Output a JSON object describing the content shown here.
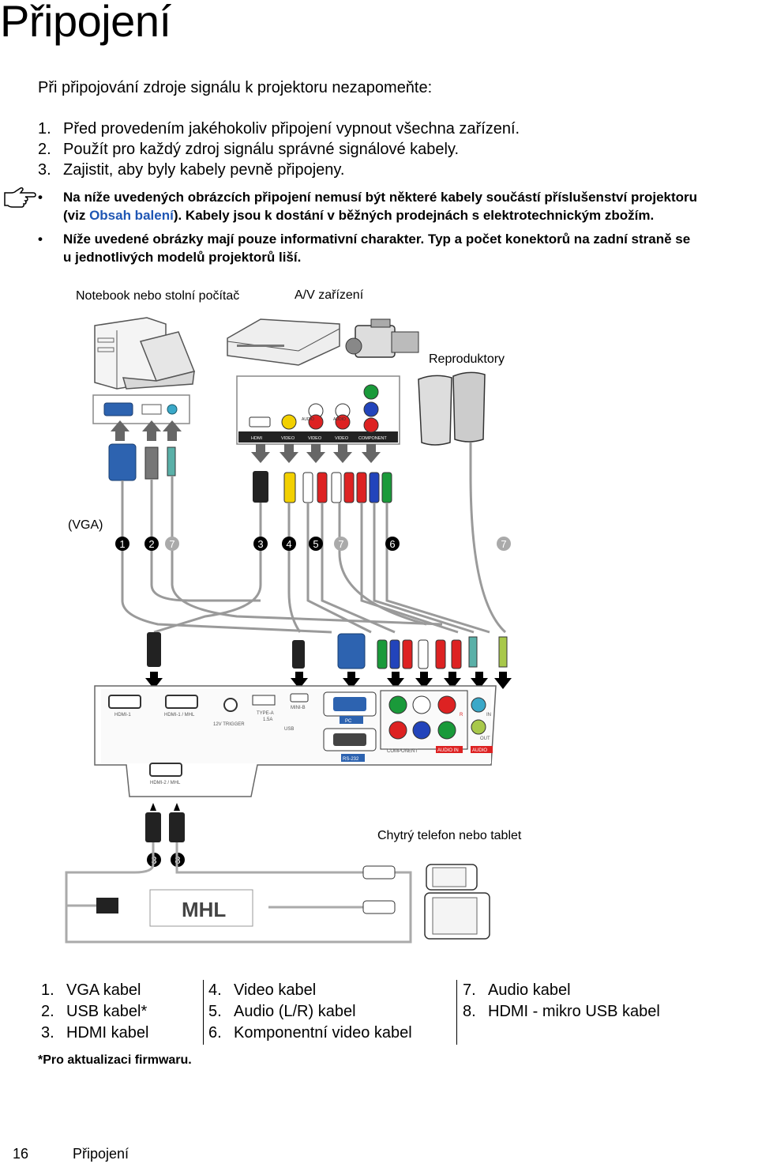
{
  "page_title": "Připojení",
  "intro": "Při připojování zdroje signálu k projektoru nezapomeňte:",
  "steps": [
    {
      "num": "1.",
      "text": "Před provedením jakéhokoliv připojení vypnout všechna zařízení."
    },
    {
      "num": "2.",
      "text": "Použít pro každý zdroj signálu správné signálové kabely."
    },
    {
      "num": "3.",
      "text": "Zajistit, aby byly kabely pevně připojeny."
    }
  ],
  "notes": {
    "note1_a": "Na níže uvedených obrázcích připojení nemusí být některé kabely součástí příslušenství projektoru",
    "note1_b_pre": "(viz ",
    "note1_b_link": "Obsah balení",
    "note1_b_post": "). Kabely jsou k dostání v běžných prodejnách s elektrotechnickým zbožím.",
    "note2_a": "Níže uvedené obrázky mají pouze informativní charakter. Typ a počet konektorů na zadní straně se",
    "note2_b": "u jednotlivých modelů projektorů liší."
  },
  "diagram": {
    "label_pc": "Notebook nebo stolní počítač",
    "label_av": "A/V zařízení",
    "label_speakers": "Reproduktory",
    "label_vga": "(VGA)",
    "label_phone": "Chytrý telefon nebo tablet",
    "mhl_logo": "MHL",
    "av_ports": [
      "HDMI",
      "VIDEO",
      "VIDEO",
      "VIDEO",
      "COMPONENT",
      "AUDIO",
      "AUDIO"
    ],
    "proj_ports": [
      "HDMI-1",
      "HDMI-1 / MHL",
      "12V TRIGGER",
      "TYPE-A",
      "1.5A",
      "USB",
      "MINI-B",
      "PC",
      "RS-232",
      "COMPONENT",
      "AUDIO IN",
      "AUDIO",
      "IN",
      "OUT",
      "R",
      "HDMI-2 / MHL"
    ],
    "markers_row": [
      "1",
      "2",
      "7",
      "3",
      "4",
      "5",
      "7",
      "6",
      "7"
    ],
    "markers_bottom": [
      "3",
      "8"
    ]
  },
  "legend": {
    "col1": [
      {
        "num": "1.",
        "text": "VGA kabel"
      },
      {
        "num": "2.",
        "text": "USB kabel*"
      },
      {
        "num": "3.",
        "text": "HDMI kabel"
      }
    ],
    "col2": [
      {
        "num": "4.",
        "text": "Video kabel"
      },
      {
        "num": "5.",
        "text": "Audio (L/R) kabel"
      },
      {
        "num": "6.",
        "text": "Komponentní video kabel"
      }
    ],
    "col3": [
      {
        "num": "7.",
        "text": "Audio kabel"
      },
      {
        "num": "8.",
        "text": "HDMI - mikro USB kabel"
      }
    ]
  },
  "footnote": "*Pro aktualizaci firmwaru.",
  "footer": {
    "page_number": "16",
    "section": "Připojení"
  }
}
